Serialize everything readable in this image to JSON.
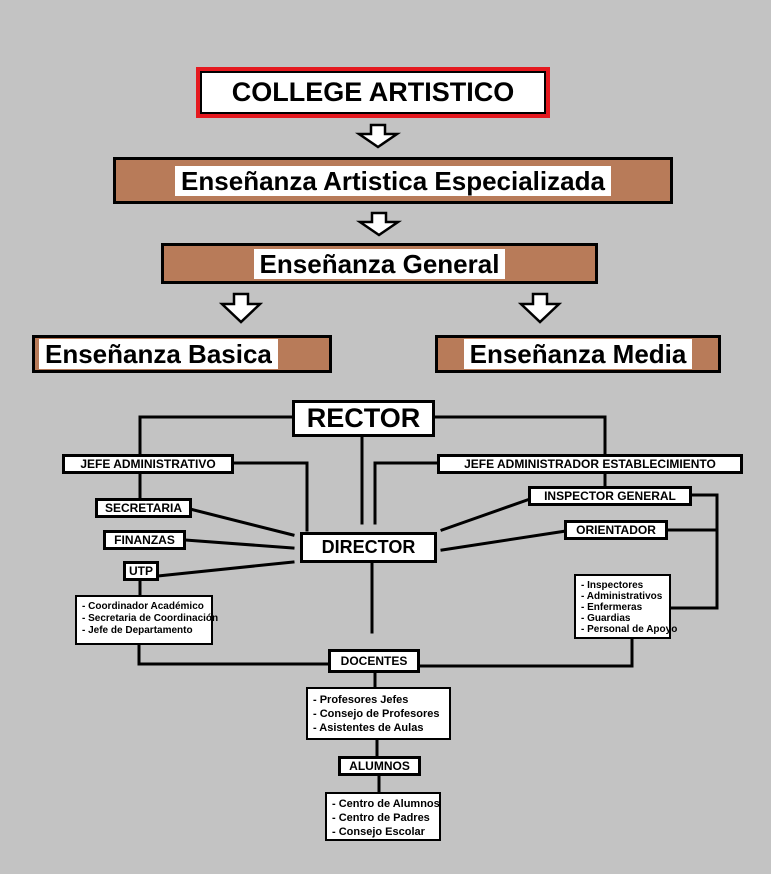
{
  "title": "COLLEGE ARTISTICO",
  "level1": "Enseñanza Artistica Especializada",
  "level2": "Enseñanza General",
  "level3_left": "Enseñanza Basica",
  "level3_right": "Enseñanza Media",
  "rector": "RECTOR",
  "jefe_administrativo": "JEFE ADMINISTRATIVO",
  "jefe_establecimiento": "JEFE ADMINISTRADOR ESTABLECIMIENTO",
  "secretaria": "SECRETARIA",
  "finanzas": "FINANZAS",
  "utp": "UTP",
  "inspector_general": "INSPECTOR GENERAL",
  "orientador": "ORIENTADOR",
  "director": "DIRECTOR",
  "utp_list": [
    "- Coordinador Académico",
    "- Secretaria de Coordinación",
    "- Jefe de Departamento"
  ],
  "inspector_list": [
    "- Inspectores",
    "- Administrativos",
    "- Enfermeras",
    "- Guardias",
    "- Personal de Apoyo"
  ],
  "docentes": "DOCENTES",
  "docentes_list": [
    "- Profesores Jefes",
    "- Consejo de Profesores",
    "- Asistentes de Aulas"
  ],
  "alumnos": "ALUMNOS",
  "alumnos_list": [
    "- Centro de Alumnos",
    "- Centro de Padres",
    "- Consejo Escolar"
  ]
}
